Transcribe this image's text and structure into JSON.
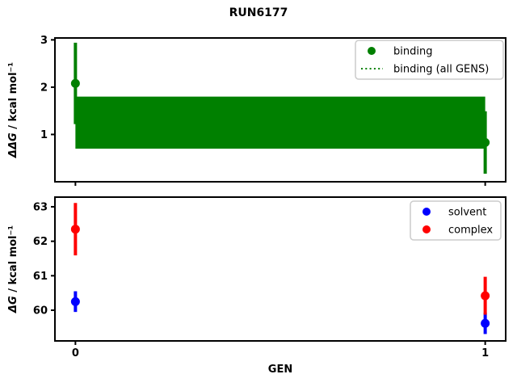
{
  "figure": {
    "title": "RUN6177",
    "background": "#ffffff",
    "frame_color": "#000000"
  },
  "chart_data": [
    {
      "id": "ddg-binding-plot",
      "type": "scatter",
      "ylabel": "ΔΔG / kcal mol⁻¹",
      "ylabel_math": "ΔΔG",
      "ylabel_rest": " / kcal mol⁻¹",
      "xlabel": "",
      "x_values": [
        0,
        1
      ],
      "xlim": [
        -0.05,
        1.05
      ],
      "ylim": [
        0.0,
        3.04
      ],
      "yticks": [
        1,
        2,
        3
      ],
      "xticks": [
        0,
        1
      ],
      "xtick_labels": [
        "",
        ""
      ],
      "grid": false,
      "series": [
        {
          "name": "binding",
          "color": "#008000",
          "marker": "circle",
          "y": [
            2.08,
            0.83
          ],
          "yerr": [
            0.86,
            0.66
          ]
        }
      ],
      "band": {
        "name": "binding (all GENS)",
        "low": 0.7,
        "high": 1.8,
        "x_from": 0,
        "x_to": 1,
        "color": "#008000",
        "legend_line_style": "dotted"
      },
      "legend": {
        "position": "upper right",
        "entries": [
          {
            "label": "binding",
            "marker": "circle",
            "color": "#008000"
          },
          {
            "label": "binding (all GENS)",
            "marker": "dotted-line",
            "color": "#008000"
          }
        ]
      }
    },
    {
      "id": "dg-plot",
      "type": "scatter",
      "ylabel": "ΔG / kcal mol⁻¹",
      "ylabel_math": "ΔG",
      "ylabel_rest": " / kcal mol⁻¹",
      "xlabel": "GEN",
      "x_values": [
        0,
        1
      ],
      "xlim": [
        -0.05,
        1.05
      ],
      "ylim": [
        59.11,
        63.28
      ],
      "yticks": [
        60,
        61,
        62,
        63
      ],
      "xticks": [
        0,
        1
      ],
      "xtick_labels": [
        "0",
        "1"
      ],
      "grid": false,
      "series": [
        {
          "name": "solvent",
          "color": "#0000ff",
          "marker": "circle",
          "y": [
            60.25,
            59.62
          ],
          "yerr": [
            0.3,
            0.31
          ]
        },
        {
          "name": "complex",
          "color": "#ff0000",
          "marker": "circle",
          "y": [
            62.35,
            60.42
          ],
          "yerr": [
            0.76,
            0.55
          ]
        }
      ],
      "legend": {
        "position": "upper right",
        "entries": [
          {
            "label": "solvent",
            "marker": "circle",
            "color": "#0000ff"
          },
          {
            "label": "complex",
            "marker": "circle",
            "color": "#ff0000"
          }
        ]
      }
    }
  ]
}
